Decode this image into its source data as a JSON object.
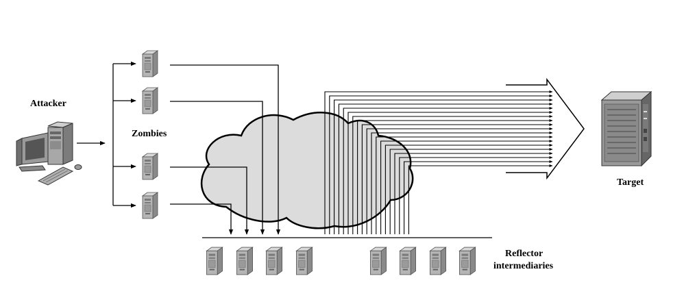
{
  "labels": {
    "attacker": "Attacker",
    "zombies": "Zombies",
    "target": "Target",
    "reflector_line1": "Reflector",
    "reflector_line2": "intermediaries"
  },
  "icons": {
    "attacker": "desktop-computer-icon",
    "zombie": "server-tower-icon",
    "reflector": "server-tower-icon",
    "target": "server-rack-icon"
  },
  "counts": {
    "zombies": 4,
    "reflectors": 8
  },
  "colors": {
    "cloud_fill": "#dcdcdc",
    "line": "#000000",
    "device_light": "#bcbcbc",
    "device_dark": "#6e6e6e"
  }
}
